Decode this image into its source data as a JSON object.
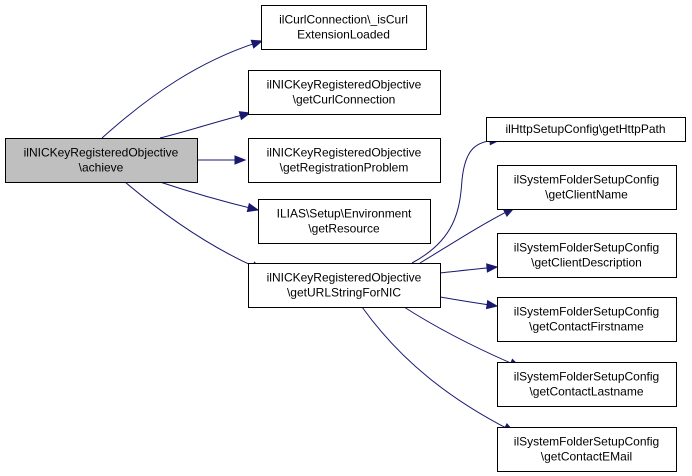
{
  "colors": {
    "background": "#ffffff",
    "root_fill": "#bfbfbf",
    "node_fill": "#ffffff",
    "node_border": "#000000",
    "edge": "#191970"
  },
  "nodes": [
    {
      "id": "root",
      "root": true,
      "lines": [
        "ilNICKeyRegisteredObjective",
        "\\achieve"
      ]
    },
    {
      "id": "n1",
      "lines": [
        "ilCurlConnection\\_isCurl",
        "ExtensionLoaded"
      ]
    },
    {
      "id": "n2",
      "lines": [
        "ilNICKeyRegisteredObjective",
        "\\getCurlConnection"
      ]
    },
    {
      "id": "n3",
      "lines": [
        "ilNICKeyRegisteredObjective",
        "\\getRegistrationProblem"
      ]
    },
    {
      "id": "n4",
      "lines": [
        "ILIAS\\Setup\\Environment",
        "\\getResource"
      ]
    },
    {
      "id": "n5",
      "lines": [
        "ilNICKeyRegisteredObjective",
        "\\getURLStringForNIC"
      ]
    },
    {
      "id": "n6",
      "lines": [
        "ilHttpSetupConfig\\getHttpPath"
      ]
    },
    {
      "id": "n7",
      "lines": [
        "ilSystemFolderSetupConfig",
        "\\getClientName"
      ]
    },
    {
      "id": "n8",
      "lines": [
        "ilSystemFolderSetupConfig",
        "\\getClientDescription"
      ]
    },
    {
      "id": "n9",
      "lines": [
        "ilSystemFolderSetupConfig",
        "\\getContactFirstname"
      ]
    },
    {
      "id": "n10",
      "lines": [
        "ilSystemFolderSetupConfig",
        "\\getContactLastname"
      ]
    },
    {
      "id": "n11",
      "lines": [
        "ilSystemFolderSetupConfig",
        "\\getContactEMail"
      ]
    }
  ],
  "edges": [
    {
      "from": "root",
      "to": "n1"
    },
    {
      "from": "root",
      "to": "n2"
    },
    {
      "from": "root",
      "to": "n3"
    },
    {
      "from": "root",
      "to": "n4"
    },
    {
      "from": "root",
      "to": "n5"
    },
    {
      "from": "n5",
      "to": "n6"
    },
    {
      "from": "n5",
      "to": "n7"
    },
    {
      "from": "n5",
      "to": "n8"
    },
    {
      "from": "n5",
      "to": "n9"
    },
    {
      "from": "n5",
      "to": "n10"
    },
    {
      "from": "n5",
      "to": "n11"
    }
  ]
}
